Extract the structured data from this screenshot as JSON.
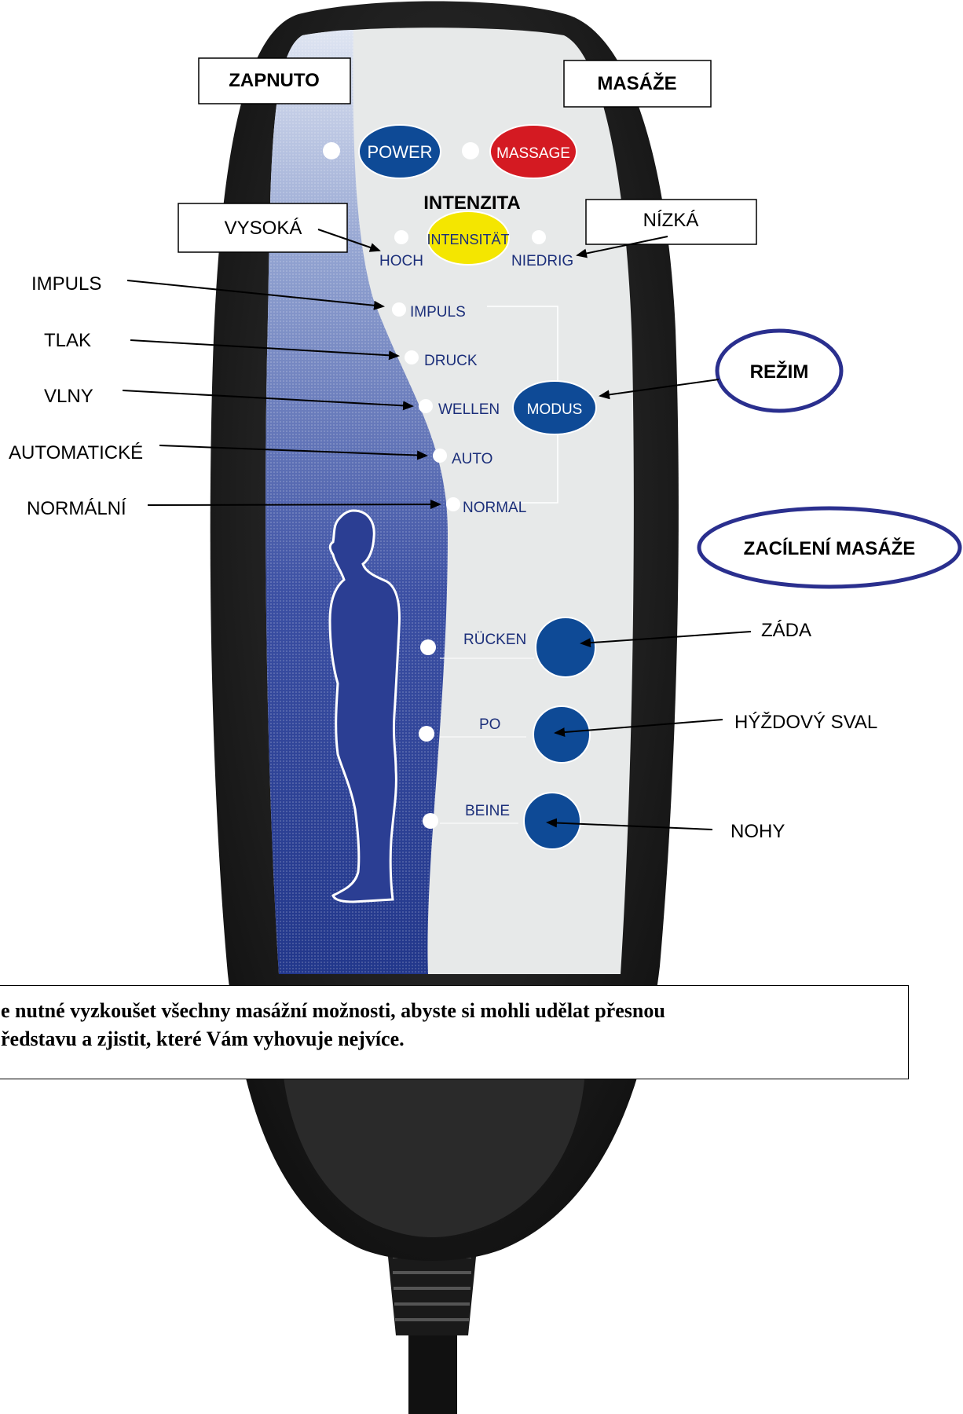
{
  "remote": {
    "power_button": "POWER",
    "massage_button": "MASSAGE",
    "intensity_button": "INTENSITÄT",
    "hoch": "HOCH",
    "niedrig": "NIEDRIG",
    "modes": [
      "IMPULS",
      "DRUCK",
      "WELLEN",
      "AUTO",
      "NORMAL"
    ],
    "modus_button": "MODUS",
    "zones": [
      "RÜCKEN",
      "PO",
      "BEINE"
    ]
  },
  "callouts": {
    "zapnuto": "ZAPNUTO",
    "masaze": "MASÁŽE",
    "intenzita": "INTENZITA",
    "vysoka": "VYSOKÁ",
    "nizka": "NÍZKÁ",
    "impuls": "IMPULS",
    "tlak": "TLAK",
    "vlny": "VLNY",
    "automaticke": "AUTOMATICKÉ",
    "normalni": "NORMÁLNÍ",
    "rezim": "REŽIM",
    "zacileni": "ZACÍLENÍ MASÁŽE",
    "zada": "ZÁDA",
    "hyzdovy_sval": "HÝŽDOVÝ SVAL",
    "nohy": "NOHY"
  },
  "note": {
    "line1": "e nutné vyzkoušet všechny masážní možnosti, abyste si mohli udělat přesnou",
    "line2": "ředstavu a zjistit, které Vám vyhovuje nejvíce."
  },
  "colors": {
    "panel_light": "#e7e9e9",
    "panel_blue": "#2b3e93",
    "button_blue": "#0e4a96",
    "button_red": "#d41a22",
    "button_yellow": "#f4e600",
    "casing": "#1c1c1c",
    "oval_outline": "#2a2f8e"
  }
}
